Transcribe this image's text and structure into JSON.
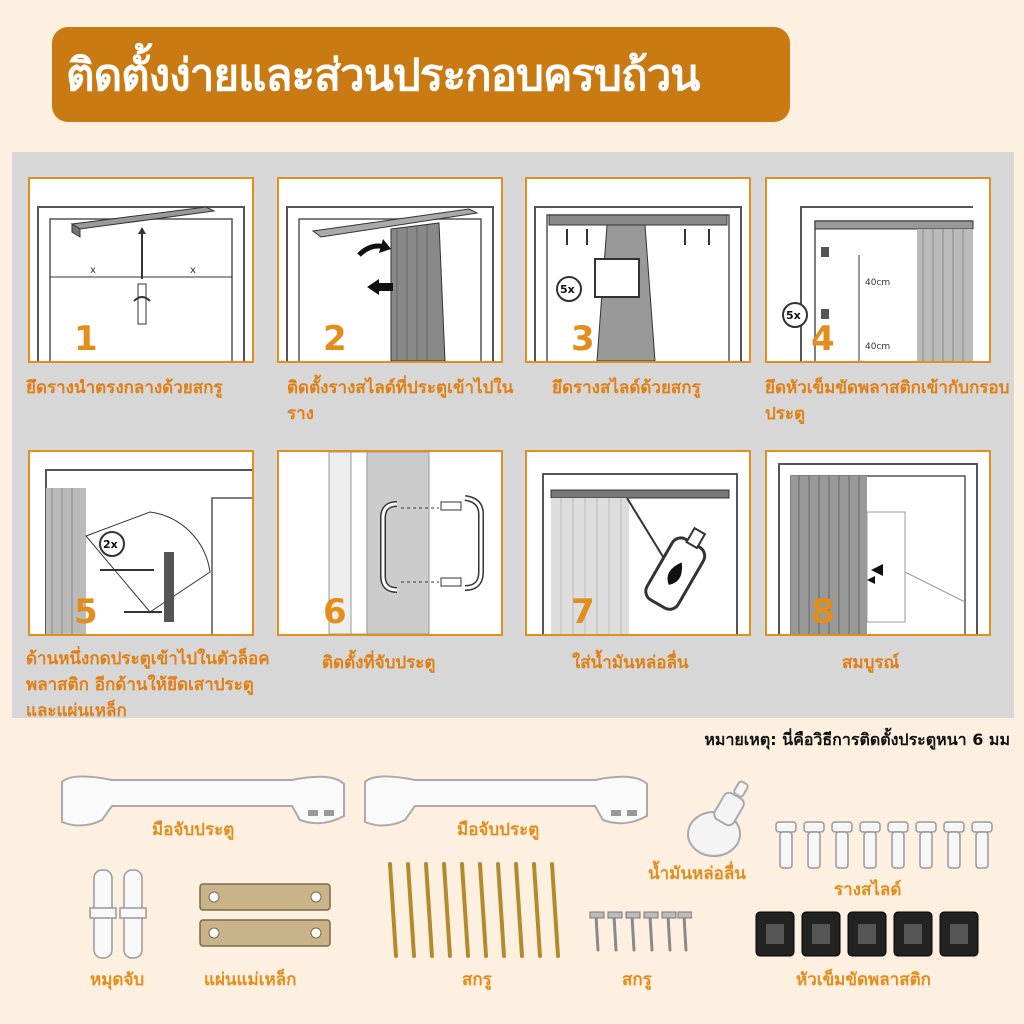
{
  "title": "ติดตั้งง่ายและส่วนประกอบครบถ้วน",
  "steps": [
    {
      "num": "1",
      "caption": "ยึดรางนำตรงกลางด้วยสกรู"
    },
    {
      "num": "2",
      "caption": "ติดตั้งรางสไลด์ที่ประตูเข้าไปในราง"
    },
    {
      "num": "3",
      "caption": "ยึดรางสไลด์ด้วยสกรู"
    },
    {
      "num": "4",
      "caption": "ยึดหัวเข็มขัดพลาสติกเข้ากับกรอบประตู"
    },
    {
      "num": "5",
      "caption": "ด้านหนึ่งกดประตูเข้าไปในตัวล็อคพลาสติก อีกด้านให้ยึดเสาประตูและแผ่นเหล็ก"
    },
    {
      "num": "6",
      "caption": "ติดตั้งที่จับประตู"
    },
    {
      "num": "7",
      "caption": "ใส่น้ำมันหล่อลื่น"
    },
    {
      "num": "8",
      "caption": "สมบูรณ์"
    }
  ],
  "diagram_labels": {
    "x": "x",
    "five_x": "5x",
    "two_x": "2x",
    "forty_cm": "40cm"
  },
  "note": "หมายเหตุ: นี่คือวิธีการติดตั้งประตูหนา 6 มม",
  "parts": {
    "handle_1": "มือจับประตู",
    "handle_2": "มือจับประตู",
    "lubricant": "น้ำมันหล่อลื่น",
    "slide_rail": "รางสไลด์",
    "stopper": "หมุดจับ",
    "magnet_plate": "แผ่นแม่เหล็ก",
    "screw_long": "สกรู",
    "screw_short": "สกรู",
    "plastic_buckle": "หัวเข็มขัดพลาสติก"
  },
  "colors": {
    "accent": "#e38d1c",
    "banner": "#c97a12",
    "background": "#fdf0e1",
    "panel": "#d7d7d7"
  }
}
